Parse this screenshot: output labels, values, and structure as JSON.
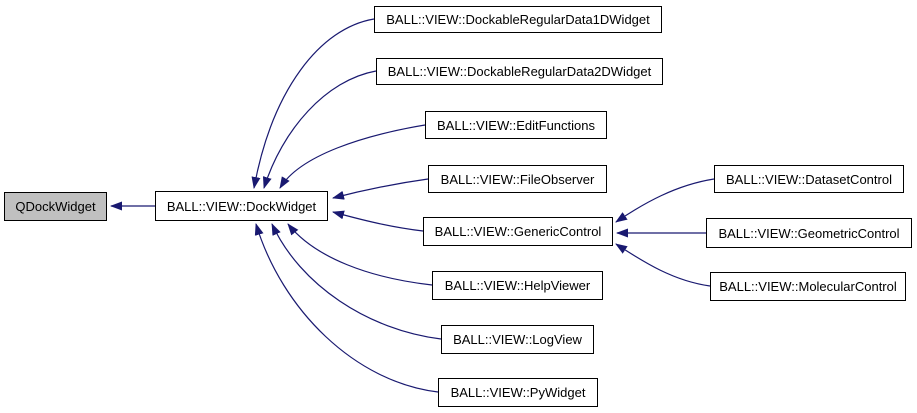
{
  "diagram": {
    "type": "class-inheritance-graph",
    "colors": {
      "edge": "#191970",
      "node_border": "#000000",
      "node_fill": "#ffffff",
      "highlighted_node_fill": "#c0c0c0",
      "text": "#000000"
    },
    "nodes": {
      "qdockwidget": {
        "label": "QDockWidget"
      },
      "dockwidget": {
        "label": "BALL::VIEW::DockWidget"
      },
      "data1d": {
        "label": "BALL::VIEW::DockableRegularData1DWidget"
      },
      "data2d": {
        "label": "BALL::VIEW::DockableRegularData2DWidget"
      },
      "editfunctions": {
        "label": "BALL::VIEW::EditFunctions"
      },
      "fileobserver": {
        "label": "BALL::VIEW::FileObserver"
      },
      "genericcontrol": {
        "label": "BALL::VIEW::GenericControl"
      },
      "helpviewer": {
        "label": "BALL::VIEW::HelpViewer"
      },
      "logview": {
        "label": "BALL::VIEW::LogView"
      },
      "pywidget": {
        "label": "BALL::VIEW::PyWidget"
      },
      "datasetcontrol": {
        "label": "BALL::VIEW::DatasetControl"
      },
      "geometriccontrol": {
        "label": "BALL::VIEW::GeometricControl"
      },
      "molecularcontrol": {
        "label": "BALL::VIEW::MolecularControl"
      }
    },
    "edges": [
      {
        "from": "dockwidget",
        "to": "qdockwidget"
      },
      {
        "from": "data1d",
        "to": "dockwidget"
      },
      {
        "from": "data2d",
        "to": "dockwidget"
      },
      {
        "from": "editfunctions",
        "to": "dockwidget"
      },
      {
        "from": "fileobserver",
        "to": "dockwidget"
      },
      {
        "from": "genericcontrol",
        "to": "dockwidget"
      },
      {
        "from": "helpviewer",
        "to": "dockwidget"
      },
      {
        "from": "logview",
        "to": "dockwidget"
      },
      {
        "from": "pywidget",
        "to": "dockwidget"
      },
      {
        "from": "datasetcontrol",
        "to": "genericcontrol"
      },
      {
        "from": "geometriccontrol",
        "to": "genericcontrol"
      },
      {
        "from": "molecularcontrol",
        "to": "genericcontrol"
      }
    ]
  }
}
